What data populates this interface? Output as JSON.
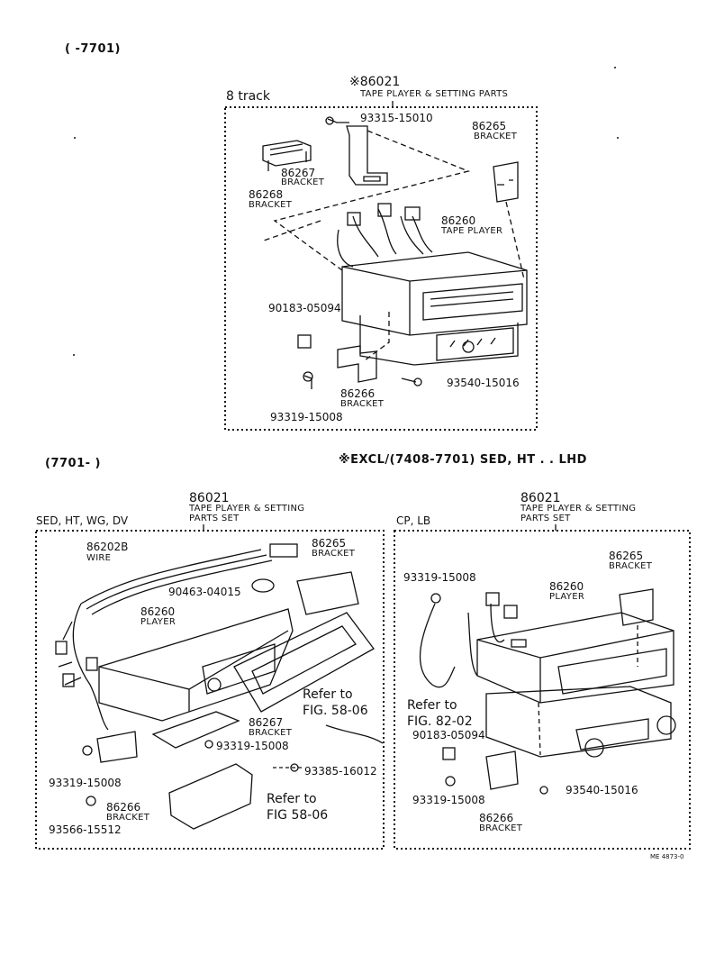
{
  "date_range_top": "(        -7701)",
  "date_range_mid": "(7701-        )",
  "exclusion_note": "※EXCL/(7408-7701) SED, HT . . LHD",
  "figure_id": "ME 4873-0",
  "top_panel": {
    "variant": "8 track",
    "set_number": "※86021",
    "set_name": "TAPE PLAYER & SETTING PARTS",
    "parts": [
      {
        "number": "93315-15010",
        "name": ""
      },
      {
        "number": "86265",
        "name": "BRACKET"
      },
      {
        "number": "86267",
        "name": "BRACKET"
      },
      {
        "number": "86268",
        "name": "BRACKET"
      },
      {
        "number": "86260",
        "name": "TAPE PLAYER"
      },
      {
        "number": "90183-05094",
        "name": ""
      },
      {
        "number": "93540-15016",
        "name": ""
      },
      {
        "number": "86266",
        "name": "BRACKET"
      },
      {
        "number": "93319-15008",
        "name": ""
      }
    ]
  },
  "left_panel": {
    "variant": "SED, HT, WG, DV",
    "set_number": "86021",
    "set_name_line1": "TAPE PLAYER & SETTING",
    "set_name_line2": "PARTS SET",
    "parts": [
      {
        "number": "86202B",
        "name": "WIRE"
      },
      {
        "number": "86265",
        "name": "BRACKET"
      },
      {
        "number": "90463-04015",
        "name": ""
      },
      {
        "number": "86260",
        "name": "PLAYER"
      },
      {
        "number": "86267",
        "name": "BRACKET"
      },
      {
        "number": "93319-15008",
        "name": ""
      },
      {
        "number": "93385-16012",
        "name": ""
      },
      {
        "number": "93319-15008",
        "name": ""
      },
      {
        "number": "86266",
        "name": "BRACKET"
      },
      {
        "number": "93566-15512",
        "name": ""
      }
    ],
    "refs": [
      "Refer to",
      "FIG. 58-06",
      "Refer to",
      "FIG  58-06"
    ]
  },
  "right_panel": {
    "variant": "CP, LB",
    "set_number": "86021",
    "set_name_line1": "TAPE PLAYER & SETTING",
    "set_name_line2": "PARTS SET",
    "parts": [
      {
        "number": "86265",
        "name": "BRACKET"
      },
      {
        "number": "93319-15008",
        "name": ""
      },
      {
        "number": "86260",
        "name": "PLAYER"
      },
      {
        "number": "90183-05094",
        "name": ""
      },
      {
        "number": "93319-15008",
        "name": ""
      },
      {
        "number": "93540-15016",
        "name": ""
      },
      {
        "number": "86266",
        "name": "BRACKET"
      }
    ],
    "refs": [
      "Refer to",
      "FIG. 82-02"
    ]
  }
}
